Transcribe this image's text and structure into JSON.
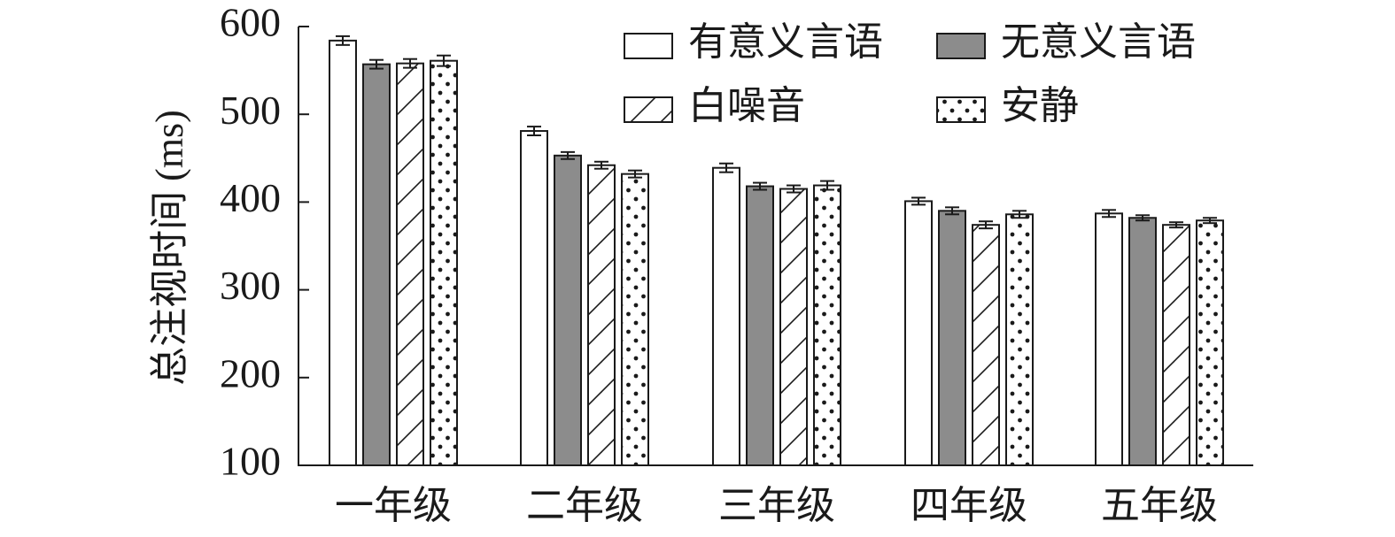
{
  "chart_data": {
    "type": "bar",
    "title": "",
    "xlabel": "",
    "ylabel": "总注视时间 (ms)",
    "ylim": [
      100,
      600
    ],
    "yticks": [
      100,
      200,
      300,
      400,
      500,
      600
    ],
    "grid": false,
    "legend_position": "top-right",
    "categories": [
      "一年级",
      "二年级",
      "三年级",
      "四年级",
      "五年级"
    ],
    "series": [
      {
        "name": "有意义言语",
        "pattern": "empty",
        "color": "#ffffff",
        "values": [
          584,
          481,
          439,
          401,
          387
        ],
        "errors": [
          5,
          5,
          5,
          4,
          4
        ]
      },
      {
        "name": "无意义言语",
        "pattern": "solid",
        "color": "#8c8c8c",
        "values": [
          557,
          453,
          418,
          390,
          382
        ],
        "errors": [
          5,
          4,
          4,
          4,
          3
        ]
      },
      {
        "name": "白噪音",
        "pattern": "hatch",
        "color": "#ffffff",
        "values": [
          558,
          442,
          415,
          374,
          374
        ],
        "errors": [
          5,
          4,
          4,
          4,
          3
        ]
      },
      {
        "name": "安静",
        "pattern": "dots",
        "color": "#ffffff",
        "values": [
          561,
          432,
          419,
          386,
          379
        ],
        "errors": [
          6,
          4,
          5,
          4,
          3
        ]
      }
    ]
  }
}
